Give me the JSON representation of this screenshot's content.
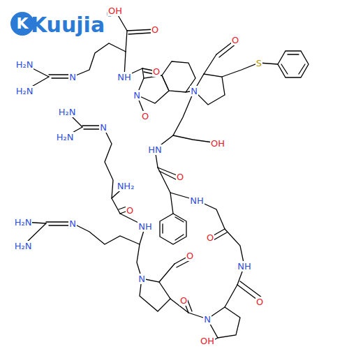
{
  "diagram": {
    "labels": [
      "K",
      "Kuujia",
      "®",
      "OH",
      "O",
      "H₂N",
      "N",
      "H₂N",
      "NH",
      "O",
      "O",
      "N",
      "N",
      "S",
      "H₂N",
      "H₂N",
      "N",
      "O",
      "HN",
      "OH",
      "NH₂",
      "O",
      "NH",
      "O",
      "H₂N",
      "N",
      "NH",
      "H₂N",
      "O",
      "O",
      "NH",
      "N",
      "O",
      "O",
      "N",
      "OH"
    ]
  }
}
